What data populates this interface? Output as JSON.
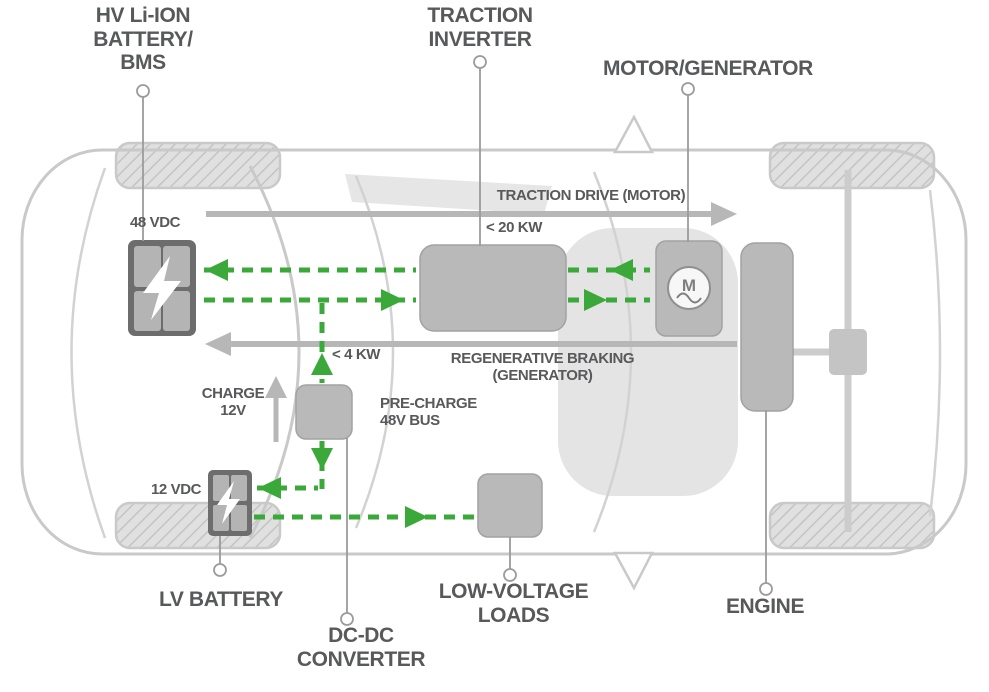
{
  "colors": {
    "flow_green": "#3aa93a",
    "arrow_gray": "#b7b7b7",
    "text_gray": "#58595b",
    "component_gray": "#b9b9b9",
    "battery_dark_gray": "#6d6d6d"
  },
  "components": {
    "hv_battery": {
      "label": "HV Li-ION\nBATTERY/\nBMS",
      "rating": "48 VDC"
    },
    "traction_inverter": {
      "label": "TRACTION\nINVERTER",
      "rating": "< 20 KW"
    },
    "motor_generator": {
      "label": "MOTOR/GENERATOR",
      "symbol": "M"
    },
    "engine": {
      "label": "ENGINE"
    },
    "dcdc_converter": {
      "label": "DC-DC\nCONVERTER",
      "rating": "< 4 KW"
    },
    "lv_battery": {
      "label": "LV BATTERY",
      "rating": "12 VDC"
    },
    "lv_loads": {
      "label": "LOW-VOLTAGE\nLOADS"
    }
  },
  "flows": {
    "traction_drive": {
      "label": "TRACTION DRIVE (MOTOR)"
    },
    "regenerative_braking": {
      "label": "REGENERATIVE BRAKING\n(GENERATOR)"
    },
    "charge_12v": {
      "label": "CHARGE\n12V"
    },
    "precharge_48v": {
      "label": "PRE-CHARGE\n48V BUS"
    }
  }
}
